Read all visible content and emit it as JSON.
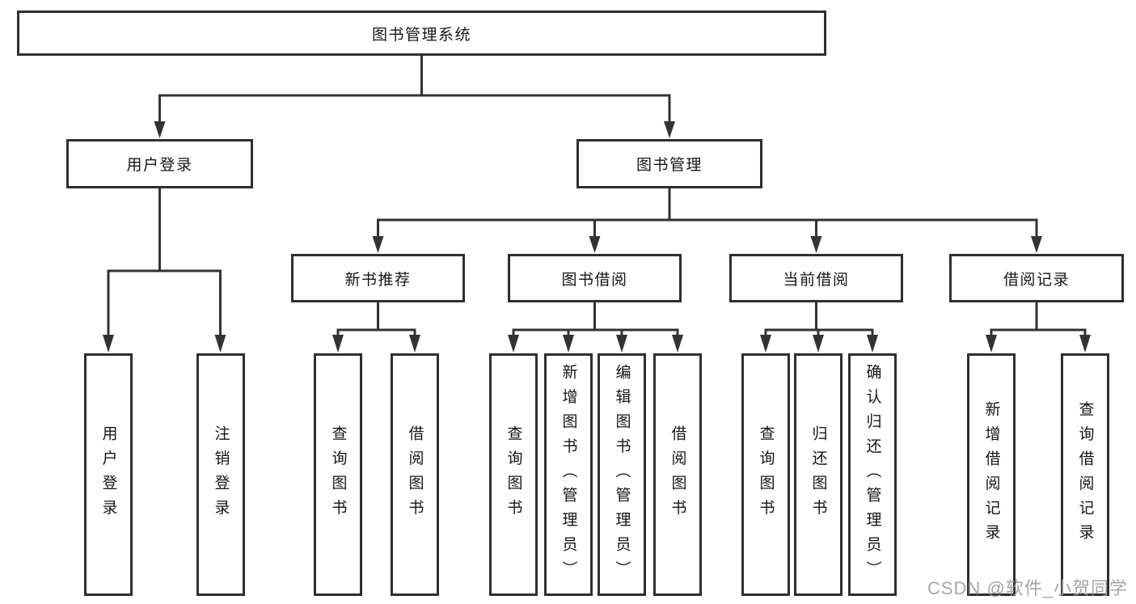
{
  "diagram": {
    "root": {
      "label": "图书管理系统"
    },
    "level2": [
      {
        "label": "用户登录"
      },
      {
        "label": "图书管理"
      }
    ],
    "level3": [
      {
        "label": "新书推荐"
      },
      {
        "label": "图书借阅"
      },
      {
        "label": "当前借阅"
      },
      {
        "label": "借阅记录"
      }
    ],
    "leaves": {
      "user_login": [
        {
          "label": "用户登录"
        },
        {
          "label": "注销登录"
        }
      ],
      "new_books": [
        {
          "label": "查询图书"
        },
        {
          "label": "借阅图书"
        }
      ],
      "book_borrowing": [
        {
          "label": "查询图书"
        },
        {
          "label": "新增图书（管理员）"
        },
        {
          "label": "编辑图书（管理员）"
        },
        {
          "label": "借阅图书"
        }
      ],
      "current_borrowing": [
        {
          "label": "查询图书"
        },
        {
          "label": "归还图书"
        },
        {
          "label": "确认归还（管理员）"
        }
      ],
      "borrowing_records": [
        {
          "label": "新增借阅记录"
        },
        {
          "label": "查询借阅记录"
        }
      ]
    },
    "colors": {
      "line": "#333333",
      "box_border": "#2f2f2f",
      "box_fill": "#ffffff",
      "text": "#161616",
      "watermark": "#9a9a9a"
    },
    "watermark": "CSDN @软件_小贺同学"
  }
}
